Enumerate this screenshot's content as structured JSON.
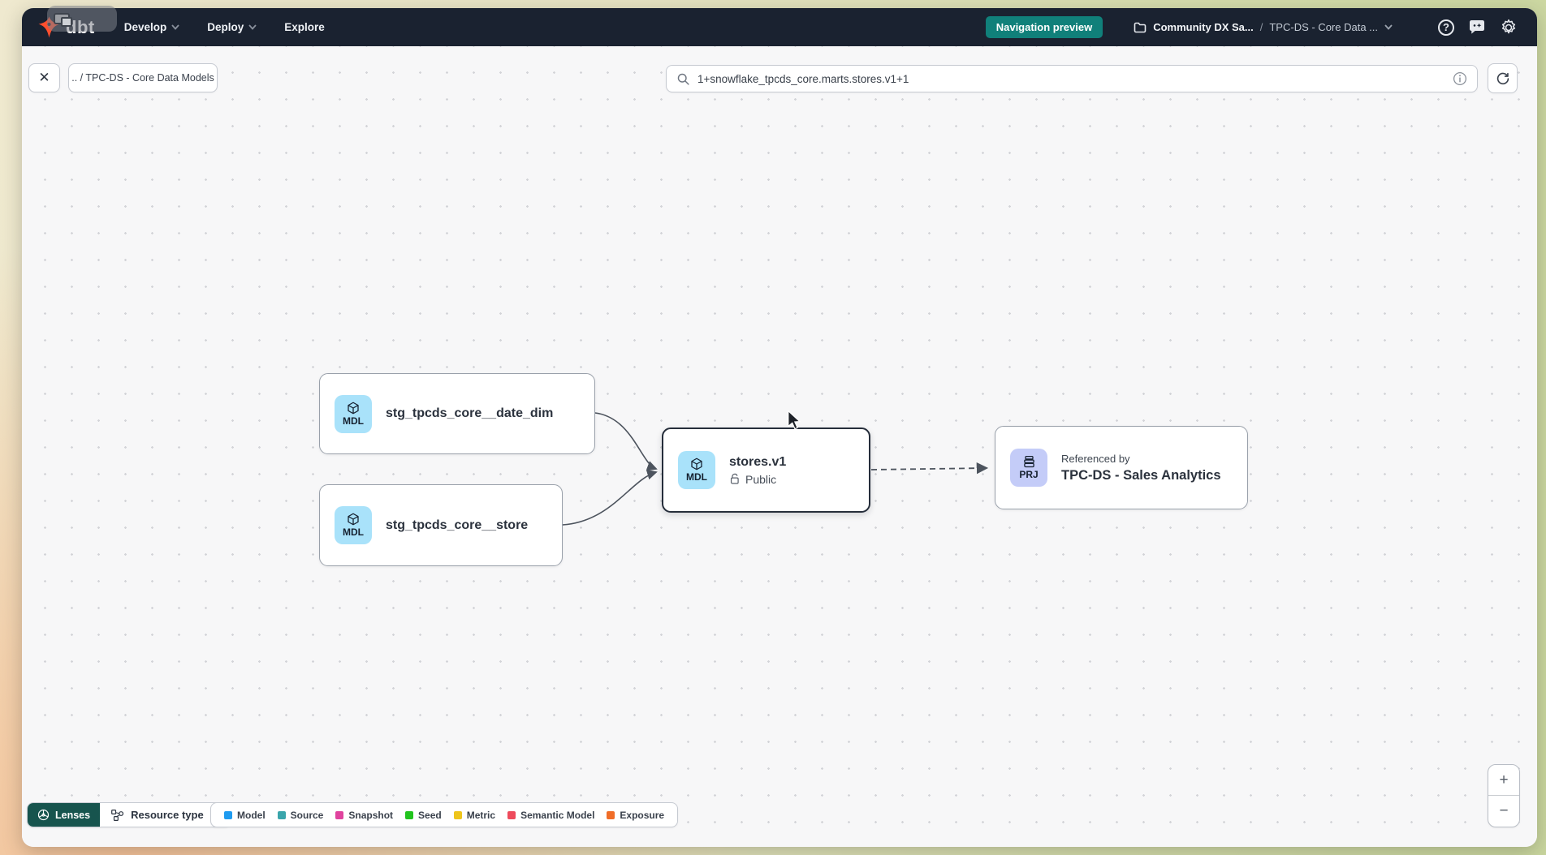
{
  "topnav": {
    "logo_text": "dbt",
    "menu": [
      {
        "label": "Develop",
        "has_chevron": true
      },
      {
        "label": "Deploy",
        "has_chevron": true
      },
      {
        "label": "Explore",
        "has_chevron": false
      }
    ],
    "badge": "Navigation preview",
    "breadcrumb": {
      "project": "Community DX Sa...",
      "separator": "/",
      "page": "TPC-DS - Core Data ..."
    },
    "help_glyph": "?"
  },
  "toolbar": {
    "close_glyph": "✕",
    "back_chip": ".. / TPC-DS - Core Data Models",
    "search_value": "1+snowflake_tpcds_core.marts.stores.v1+1"
  },
  "graph": {
    "nodes": {
      "date_dim": {
        "badge": "MDL",
        "label": "stg_tpcds_core__date_dim"
      },
      "store": {
        "badge": "MDL",
        "label": "stg_tpcds_core__store"
      },
      "stores_v1": {
        "badge": "MDL",
        "label": "stores.v1",
        "access": "Public",
        "selected": true
      },
      "sales_analytics": {
        "badge": "PRJ",
        "label_top": "Referenced by",
        "label": "TPC-DS - Sales Analytics"
      }
    }
  },
  "footer": {
    "lenses_label": "Lenses",
    "resource_type_label": "Resource type",
    "legend": [
      {
        "label": "Model",
        "color": "#1e9bf0"
      },
      {
        "label": "Source",
        "color": "#3aa5ab"
      },
      {
        "label": "Snapshot",
        "color": "#e0439e"
      },
      {
        "label": "Seed",
        "color": "#22c41e"
      },
      {
        "label": "Metric",
        "color": "#eec51c"
      },
      {
        "label": "Semantic Model",
        "color": "#ee4b5c"
      },
      {
        "label": "Exposure",
        "color": "#f06d28"
      }
    ]
  },
  "zoom_controls": {
    "zoom_in": "+",
    "zoom_out": "−"
  },
  "colors": {
    "topnav_bg": "#1a2230",
    "badge_teal": "#10807a",
    "dbt_orange": "#ff4f2e",
    "model_badge_bg": "#a9e2fa",
    "project_badge_bg": "#c4ccf8",
    "edge": "#4d545e"
  }
}
